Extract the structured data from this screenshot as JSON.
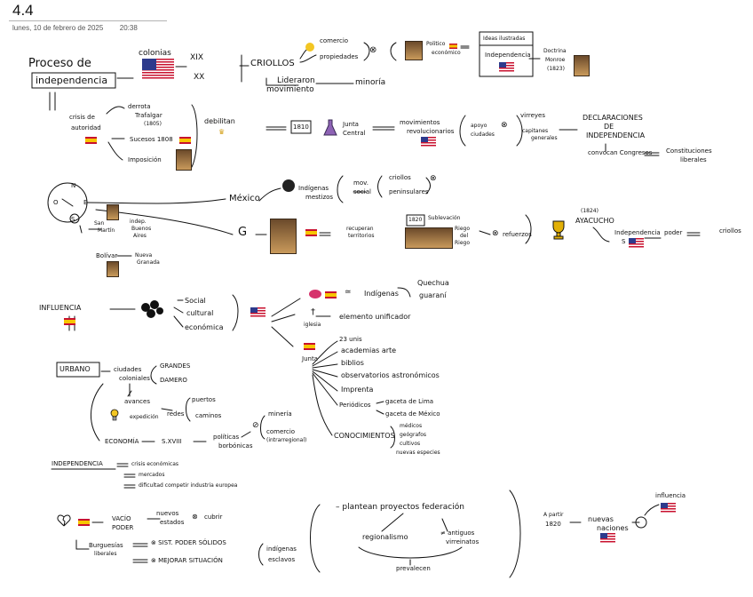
{
  "page": {
    "title": "4.4",
    "date": "lunes, 10 de febrero de 2025",
    "time": "20:38"
  },
  "header_row": {
    "main_title_line1": "Proceso de",
    "main_title_line2": "independencia",
    "colonias": "colonias",
    "century_1": "XIX",
    "century_2": "XX",
    "criollos": "CRIOLLOS",
    "comercio": "comercio",
    "propiedades": "propiedades",
    "politico": "Politico",
    "economico": "económico",
    "ideas_ilustradas": "Ideas ilustradas",
    "independencia": "Independencia",
    "doctrina_1": "Doctrina",
    "doctrina_2": "Monroe",
    "doctrina_3": "(1823)",
    "lideraron_1": "Lideraron",
    "lideraron_2": "movimiento",
    "minoria": "minoría"
  },
  "crisis": {
    "title_1": "crisis de",
    "title_2": "autoridad",
    "derrota_1": "derrota",
    "derrota_2": "Trafalgar",
    "derrota_3": "(1805)",
    "sucesos": "Sucesos 1808",
    "imposicion": "Imposición",
    "debilitan": "debilitan",
    "year_1810": "1810",
    "junta_1": "Junta",
    "junta_2": "Central",
    "movimientos_1": "movimientos",
    "movimientos_2": "revolucionarios",
    "apoyo_1": "apoyo",
    "apoyo_2": "ciudades",
    "virreyes": "virreyes",
    "capitanes_1": "capitanes",
    "capitanes_2": "generales",
    "declaraciones_1": "DECLARACIONES",
    "declaraciones_2": "DE",
    "declaraciones_3": "INDEPENDENCIA",
    "convocan": "convocan Congresos",
    "constituciones_1": "Constituciones",
    "constituciones_2": "liberales"
  },
  "compass": {
    "n": "N",
    "s": "S",
    "o": "O",
    "e": "E",
    "san_martin_1": "San",
    "san_martin_2": "Martín",
    "indep_1": "indep.",
    "indep_2": "Buenos",
    "indep_3": "Aires",
    "bolivar": "Bolívar",
    "nueva_1": "Nueva",
    "nueva_2": "Granada",
    "mexico": "México",
    "indigenas_1": "Indígenas",
    "indigenas_2": "mestizos",
    "mov_1": "mov.",
    "mov_2": "social",
    "criollos_small": "criollos",
    "peninsulares": "peninsulares",
    "g_letter": "G",
    "recuperan_1": "recuperan",
    "recuperan_2": "territorios",
    "year_1820": "1820",
    "sublevacion": "Sublevación",
    "riego_1": "Riego",
    "riego_2": "del",
    "riego_3": "Riego",
    "refuerzos": "refuerzos",
    "year_1824": "(1824)",
    "ayacucho": "AYACUCHO",
    "independencia_s": "Independencia",
    "s_letter": "S",
    "poder": "poder",
    "criollos_end": "criollos"
  },
  "influencia": {
    "title": "INFLUENCIA",
    "social": "Social",
    "cultural": "cultural",
    "economica": "económica",
    "indigenas": "Indígenas",
    "quechua": "Quechua",
    "guarani": "guaraní",
    "iglesia": "iglesia",
    "elemento": "elemento unificador",
    "junta": "Junta",
    "unis": "23 unis",
    "academias": "academias arte",
    "bibliotecas": "biblios",
    "observatorios": "observatorios astronómicos",
    "imprenta": "Imprenta",
    "periodicos": "Periódicos",
    "gaceta_lima": "gaceta de Lima",
    "gaceta_mexico": "gaceta de México",
    "conocimientos": "CONOCIMIENTOS",
    "medicos": "médicos",
    "geografos": "geógrafos",
    "cultivos": "cultivos",
    "nuevas_especies": "nuevas especies"
  },
  "urbano": {
    "title": "URBANO",
    "ciudades_1": "ciudades",
    "ciudades_2": "coloniales",
    "grandes": "GRANDES",
    "damero": "DAMERO",
    "avances": "avances",
    "expedicion": "expedición",
    "redes": "redes",
    "puertos": "puertos",
    "caminos": "caminos",
    "economia": "ECONOMÍA",
    "sxviii": "S.XVIII",
    "politicas_1": "políticas",
    "politicas_2": "borbónicas",
    "mineria": "minería",
    "comercio_1": "comercio",
    "comercio_2": "(intrarregional)"
  },
  "independencia_block": {
    "title": "INDEPENDENCIA",
    "item_1": "crisis económicas",
    "item_2": "mercados",
    "item_3": "dificultad competir industria europea"
  },
  "bottom": {
    "vacio_1": "VACÍO",
    "vacio_2": "PODER",
    "nuevos_1": "nuevos",
    "nuevos_2": "estados",
    "cubrir": "cubrir",
    "burguesias_1": "Burguesías",
    "burguesias_2": "liberales",
    "sist_poder": "SIST. PODER SÓLIDOS",
    "mejorar": "MEJORAR SITUACIÓN",
    "indigenas_1": "indígenas",
    "indigenas_2": "esclavos",
    "plantean": "plantean proyectos federación",
    "regionalismo": "regionalismo",
    "antiguos_1": "≠ antiguos",
    "antiguos_2": "virreinatos",
    "prevalecen": "prevalecen",
    "a_partir": "A partir",
    "year_1820": "1820",
    "nuevas_1": "nuevas",
    "nuevas_2": "naciones",
    "influencia": "influencia"
  },
  "colors": {
    "ink": "#111111",
    "spain_red": "#c8102e",
    "spain_yellow": "#f7c600",
    "usa_blue": "#2d3a8c",
    "chemistry_purple": "#8e63b5",
    "bulb_yellow": "#f3c623"
  }
}
